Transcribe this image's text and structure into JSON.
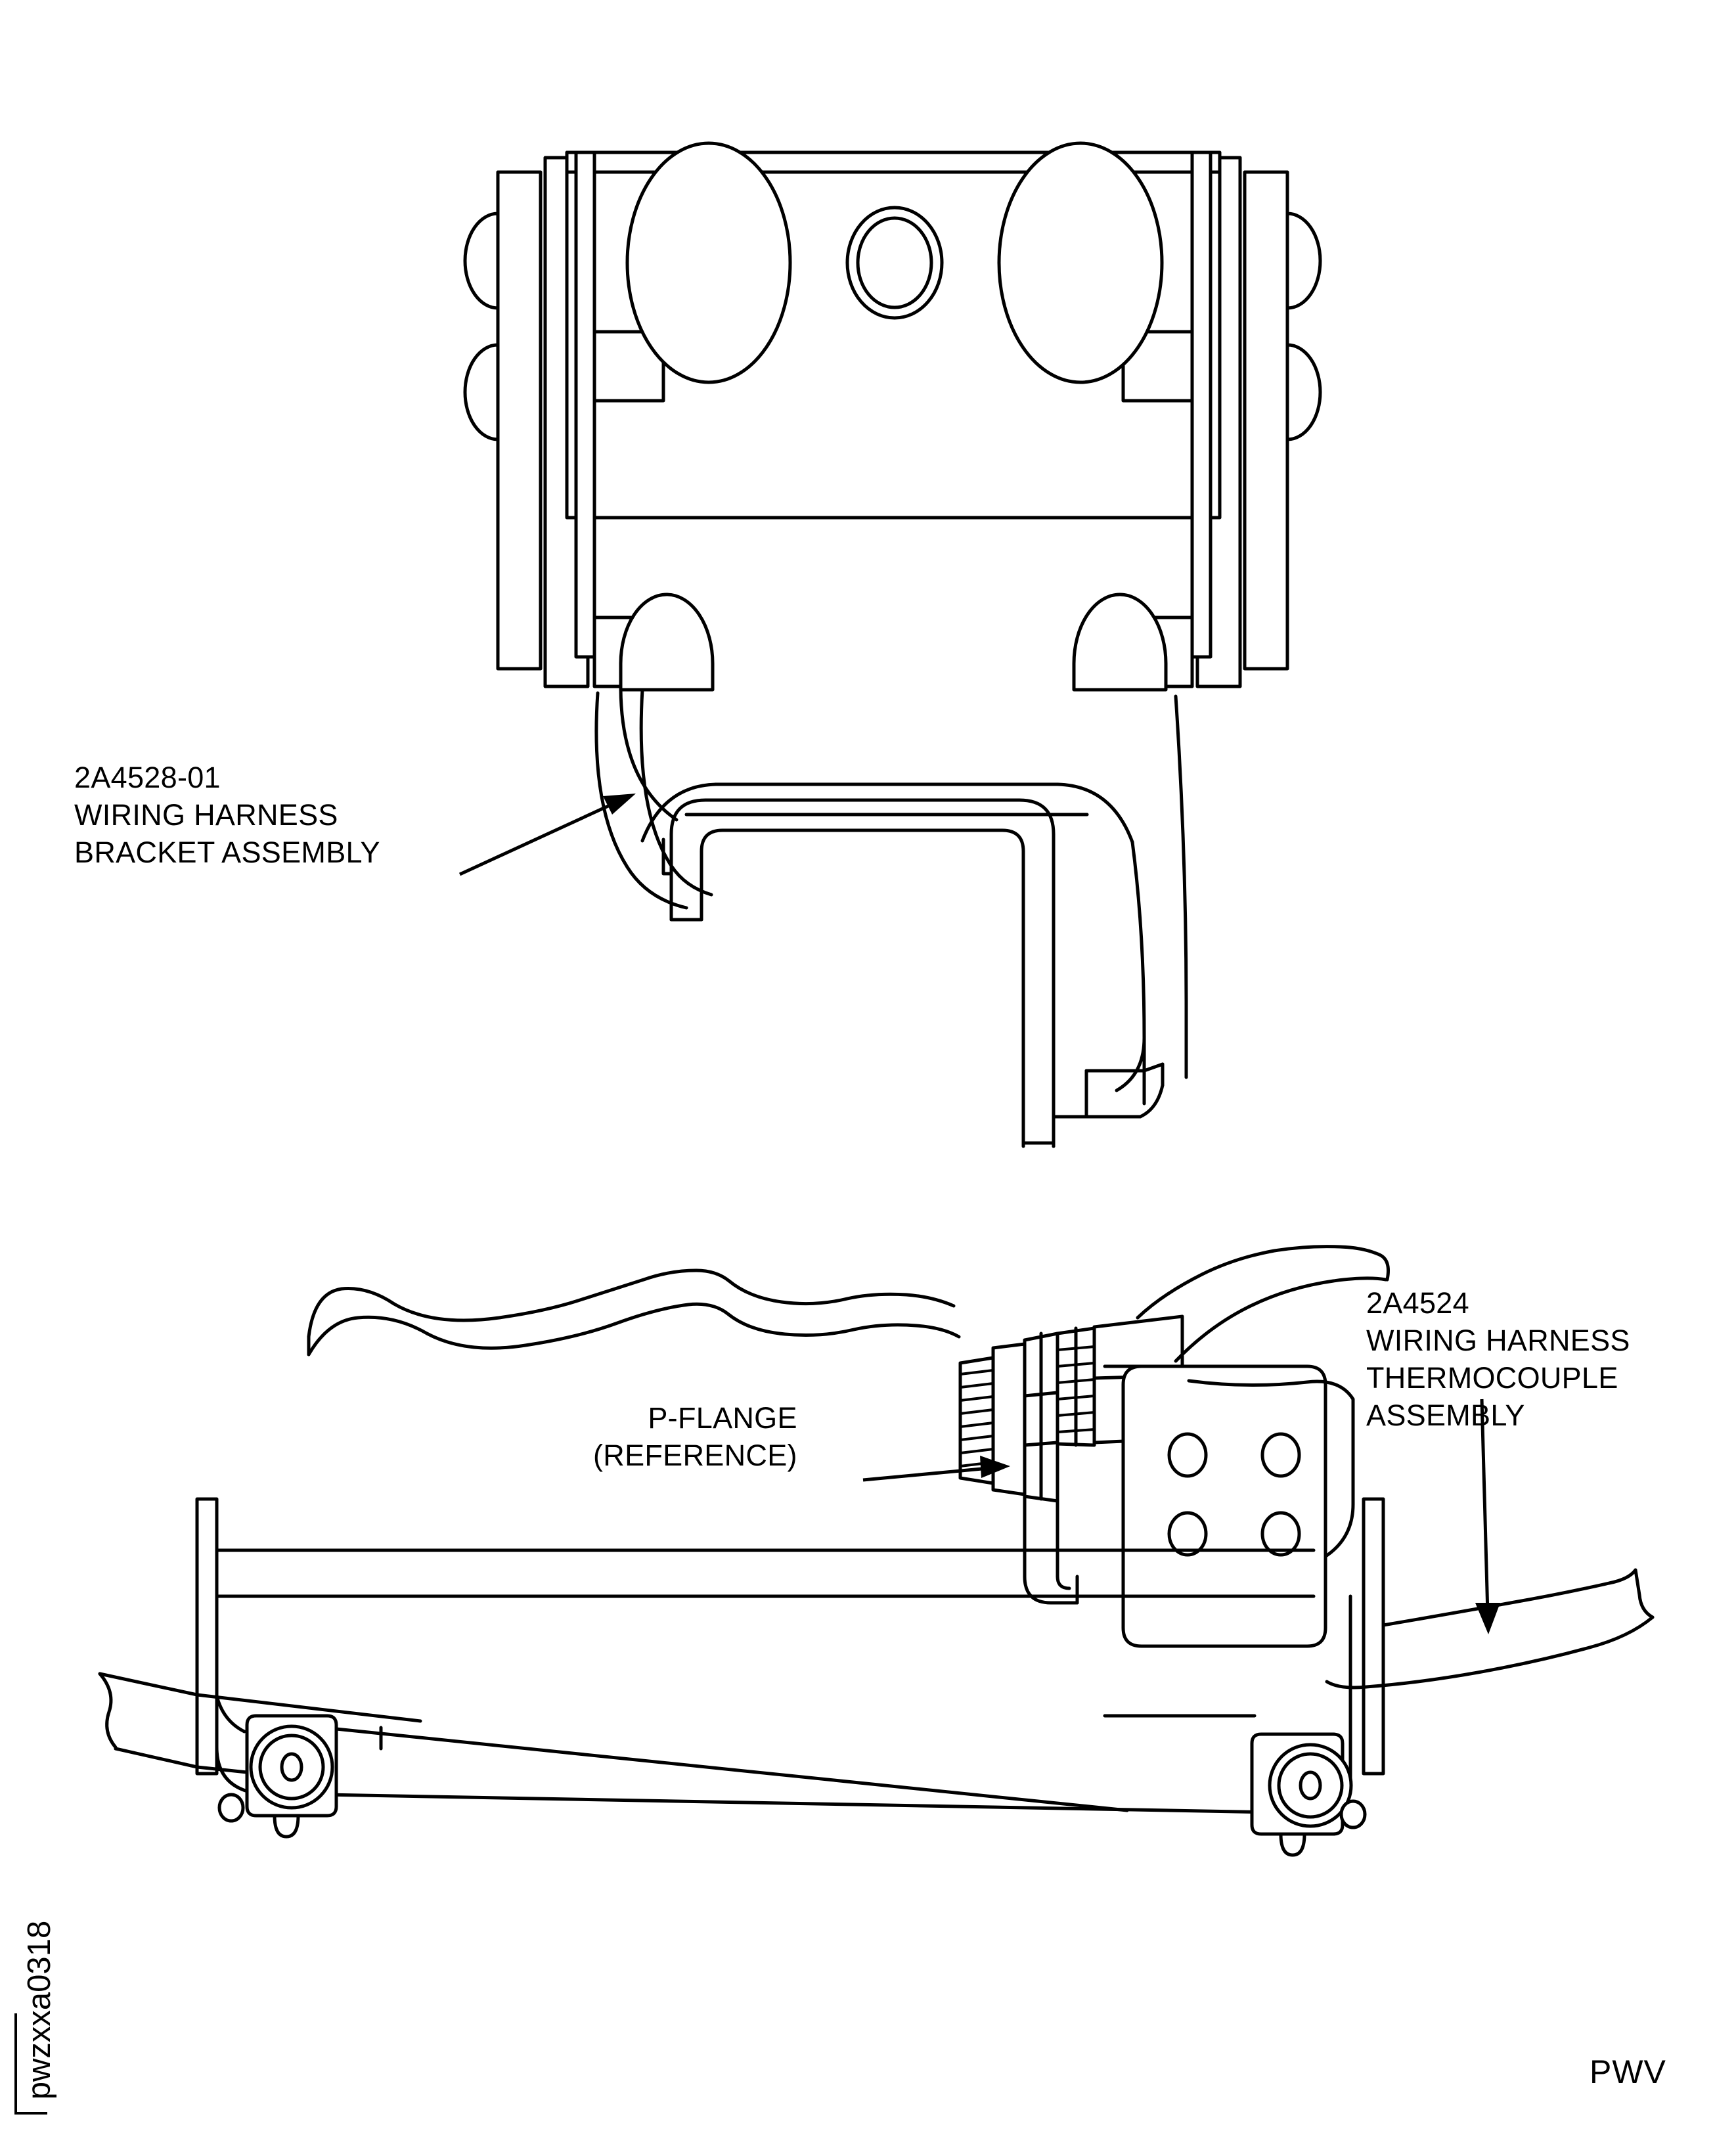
{
  "document": {
    "type": "technical-illustration",
    "background_color": "#ffffff",
    "line_color": "#000000",
    "sheet_code": "PWV",
    "figure_id": "pwzxxa0318"
  },
  "callouts": [
    {
      "id": "wiring-harness-bracket-assembly",
      "part_number": "2A4528-01",
      "line1": "WIRING HARNESS",
      "line2": "BRACKET ASSEMBLY",
      "leader": "arrow points up-right to bracket flange"
    },
    {
      "id": "wiring-harness-thermocouple-assembly",
      "part_number": "2A4524",
      "line1": "WIRING HARNESS",
      "line2": "THERMOCOUPLE",
      "line3": "ASSEMBLY",
      "leader": "arrow points down to harness cable"
    },
    {
      "id": "p-flange-reference",
      "line1": "P-FLANGE",
      "line2": "(REFERENCE)",
      "leader": "arrow points right to connector backshell"
    }
  ],
  "views": [
    {
      "name": "upper-view",
      "description": "Wiring harness bracket assembly, front elevation"
    },
    {
      "name": "lower-view",
      "description": "Wiring harness thermocouple assembly mounted on P-flange, side elevation"
    }
  ]
}
